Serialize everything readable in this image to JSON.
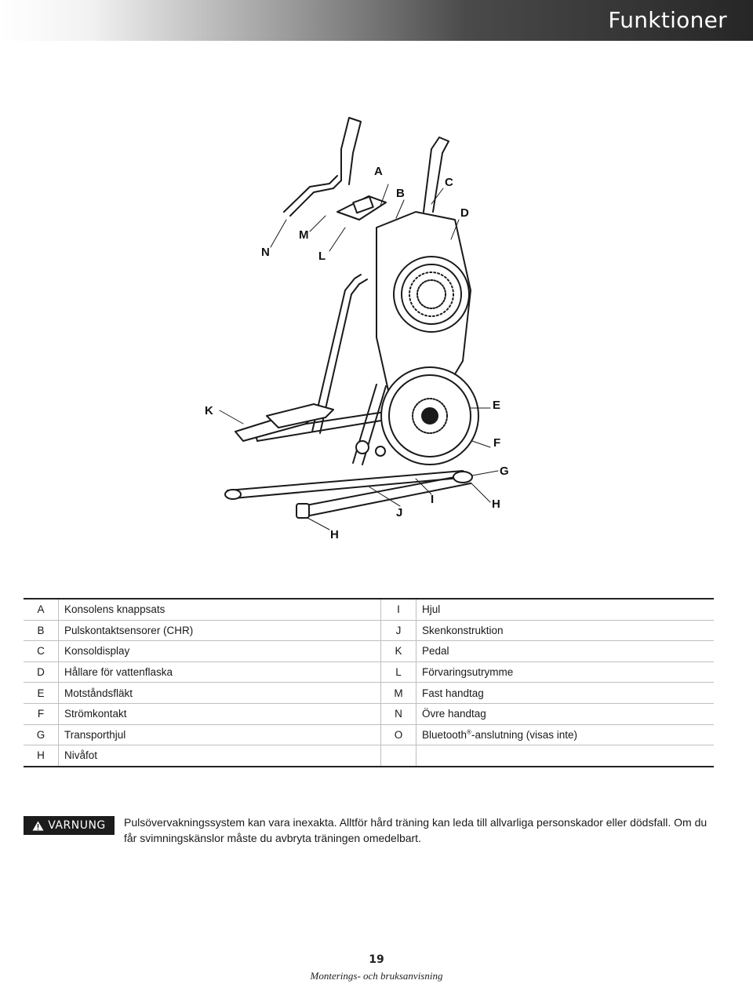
{
  "header": {
    "title": "Funktioner"
  },
  "diagram": {
    "callouts": {
      "a": "A",
      "b": "B",
      "c": "C",
      "d": "D",
      "e": "E",
      "f": "F",
      "g": "G",
      "h1": "H",
      "h2": "H",
      "i": "I",
      "j": "J",
      "k": "K",
      "l": "L",
      "m": "M",
      "n": "N"
    }
  },
  "parts": {
    "rows": [
      {
        "letter": "A",
        "desc": "Konsolens knappsats",
        "letter2": "I",
        "desc2": "Hjul"
      },
      {
        "letter": "B",
        "desc": "Pulskontaktsensorer (CHR)",
        "letter2": "J",
        "desc2": "Skenkonstruktion"
      },
      {
        "letter": "C",
        "desc": "Konsoldisplay",
        "letter2": "K",
        "desc2": "Pedal"
      },
      {
        "letter": "D",
        "desc": "Hållare för vattenflaska",
        "letter2": "L",
        "desc2": "Förvaringsutrymme"
      },
      {
        "letter": "E",
        "desc": "Motståndsfläkt",
        "letter2": "M",
        "desc2": "Fast handtag"
      },
      {
        "letter": "F",
        "desc": "Strömkontakt",
        "letter2": "N",
        "desc2": "Övre handtag"
      },
      {
        "letter": "G",
        "desc": "Transporthjul",
        "letter2": "O",
        "desc2": "Bluetooth",
        "desc2_reg": "®",
        "desc2_rest": "-anslutning (visas inte)"
      },
      {
        "letter": "H",
        "desc": "Nivåfot",
        "letter2": "",
        "desc2": ""
      }
    ]
  },
  "warning": {
    "label": "VARNUNG",
    "icon": "warning-triangle-icon",
    "text": "Pulsövervakningssystem kan vara inexakta. Alltför hård träning kan leda till allvarliga personskador eller dödsfall. Om du får svimningskänslor måste du avbryta träningen omedelbart."
  },
  "footer": {
    "page_number": "19",
    "title": "Monterings- och bruksanvisning"
  }
}
